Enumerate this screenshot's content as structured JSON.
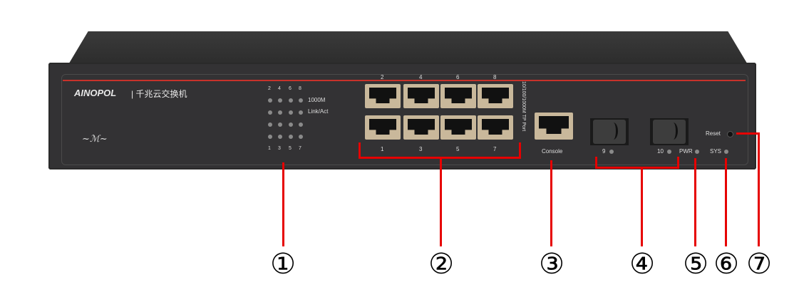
{
  "brand": {
    "logo": "AINOPOL",
    "tagline": "千兆云交换机"
  },
  "leds": {
    "top_numbers": [
      "2",
      "4",
      "6",
      "8"
    ],
    "bottom_numbers": [
      "1",
      "3",
      "5",
      "7"
    ],
    "row_labels": [
      "1000M",
      "Link/Act"
    ]
  },
  "ports": {
    "top_numbers": [
      "2",
      "4",
      "6",
      "8"
    ],
    "bottom_numbers": [
      "1",
      "3",
      "5",
      "7"
    ],
    "side_label": "10/100/1000M TP Port"
  },
  "console": {
    "label": "Console"
  },
  "sfp": {
    "labels": [
      "9",
      "10"
    ]
  },
  "status": {
    "pwr": "PWR",
    "sys": "SYS",
    "reset": "Reset"
  },
  "callouts": [
    "①",
    "②",
    "③",
    "④",
    "⑤",
    "⑥",
    "⑦"
  ],
  "colors": {
    "callout_line": "#e60000",
    "accent_stripe": "#c8322b"
  }
}
